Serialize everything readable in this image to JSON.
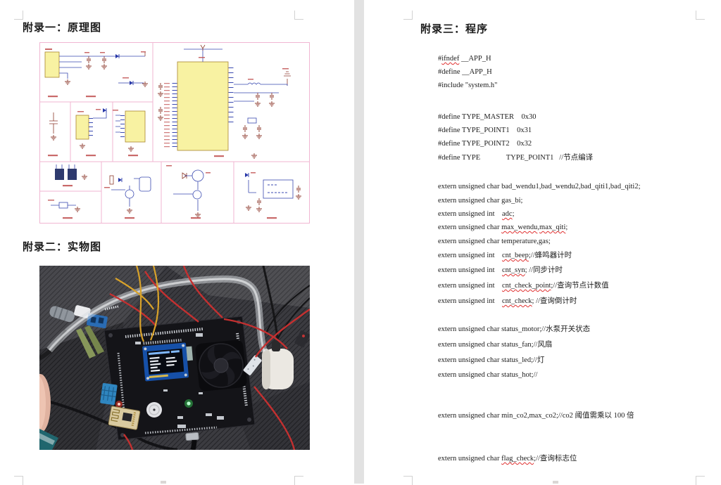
{
  "document": {
    "left_page": {
      "appendix1_heading": "附录一：原理图",
      "appendix2_heading": "附录二：实物图"
    },
    "right_page": {
      "appendix3_heading": "附录三：程序",
      "code_lines": [
        {
          "text": "#ifndef __APP_H",
          "gap": 0,
          "misspelled": [
            "ifndef"
          ]
        },
        {
          "text": "#define __APP_H",
          "gap": 7
        },
        {
          "text": "#include \"system.h\"",
          "gap": 7
        },
        {
          "text": "#define TYPE_MASTER    0x30",
          "gap": 33
        },
        {
          "text": "#define TYPE_POINT1    0x31",
          "gap": 7
        },
        {
          "text": "#define TYPE_POINT2    0x32",
          "gap": 7
        },
        {
          "text": "#define TYPE              TYPE_POINT1   //节点编译",
          "gap": 8
        },
        {
          "text": "extern unsigned char bad_wendu1,bad_wendu2,bad_qiti1,bad_qiti2;",
          "gap": 29
        },
        {
          "text": "extern unsigned char gas_bi;",
          "gap": 8
        },
        {
          "text": "extern unsigned int    adc;",
          "gap": 7,
          "misspelled": [
            "adc"
          ]
        },
        {
          "text": "extern unsigned char max_wendu,max_qiti;",
          "gap": 7,
          "misspelled": [
            "max_wendu",
            "max_qiti"
          ]
        },
        {
          "text": "extern unsigned char temperature,gas;",
          "gap": 8
        },
        {
          "text": "extern unsigned int    cnt_beep;//蜂鸣器计时",
          "gap": 8,
          "misspelled": [
            "cnt_beep"
          ]
        },
        {
          "text": "extern unsigned int    cnt_syn; //同步计时",
          "gap": 9,
          "misspelled": [
            "cnt_syn"
          ]
        },
        {
          "text": "extern unsigned int    cnt_check_point;//查询节点计数值",
          "gap": 10,
          "misspelled": [
            "cnt_check_point"
          ]
        },
        {
          "text": "extern unsigned int    cnt_check; //查询倒计时",
          "gap": 10,
          "misspelled": [
            "cnt_check"
          ]
        },
        {
          "text": "extern unsigned char status_motor;//水泵开关状态",
          "gap": 28
        },
        {
          "text": "extern unsigned char status_fan;//风扇",
          "gap": 10
        },
        {
          "text": "extern unsigned char status_led;//灯",
          "gap": 10
        },
        {
          "text": "extern unsigned char status_hot;//",
          "gap": 9
        },
        {
          "text": "extern unsigned char min_co2,max_co2;//co2 阈值需乘以 100 倍",
          "gap": 46
        },
        {
          "text": "extern unsigned char flag_check;//查询标志位",
          "gap": 49,
          "misspelled": [
            "flag_check"
          ]
        }
      ]
    },
    "colors": {
      "schematic_border_pink": "#f0b6d2",
      "schematic_ic_yellow": "#f8f2a2",
      "schematic_wire_blue": "#3a4ab0",
      "schematic_symbol_red": "#8d3a2c",
      "squiggle_red": "#e03030",
      "page_gap_gray": "#e2e2e2"
    }
  }
}
